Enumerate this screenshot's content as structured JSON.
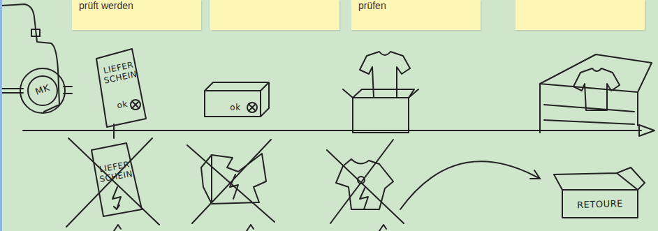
{
  "diagram": {
    "nodes": [
      {
        "text": [
          "prüft werden"
        ]
      },
      {
        "text": [
          "prüfen"
        ]
      }
    ],
    "labels": [
      "MK",
      "LIEFER SCHEIN",
      "ok",
      "ok",
      "LIEFER SCHEIN",
      "RETOURE"
    ]
  }
}
